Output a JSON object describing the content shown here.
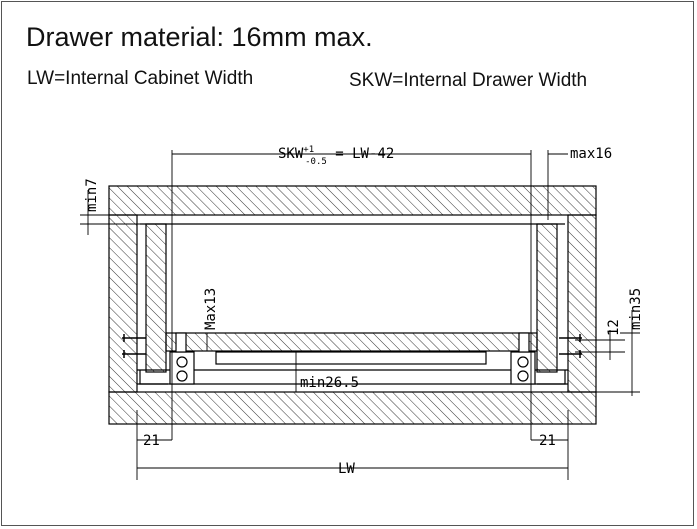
{
  "header": {
    "title": "Drawer material: 16mm max.",
    "lw_definition": "LW=Internal Cabinet Width",
    "skw_definition": "SKW=Internal Drawer Width"
  },
  "dimensions": {
    "skw_main": "SKW",
    "skw_sup": "+1",
    "skw_sub": "-0.5",
    "skw_rest": " = LW-42",
    "max16": "max16",
    "min7": "min7",
    "max13": "Max13",
    "min26_5": "min26.5",
    "twelve": "12",
    "min35": "min35",
    "left21": "21",
    "right21": "21",
    "lw": "LW"
  },
  "colors": {
    "line": "#000000",
    "frame": "#555555"
  }
}
